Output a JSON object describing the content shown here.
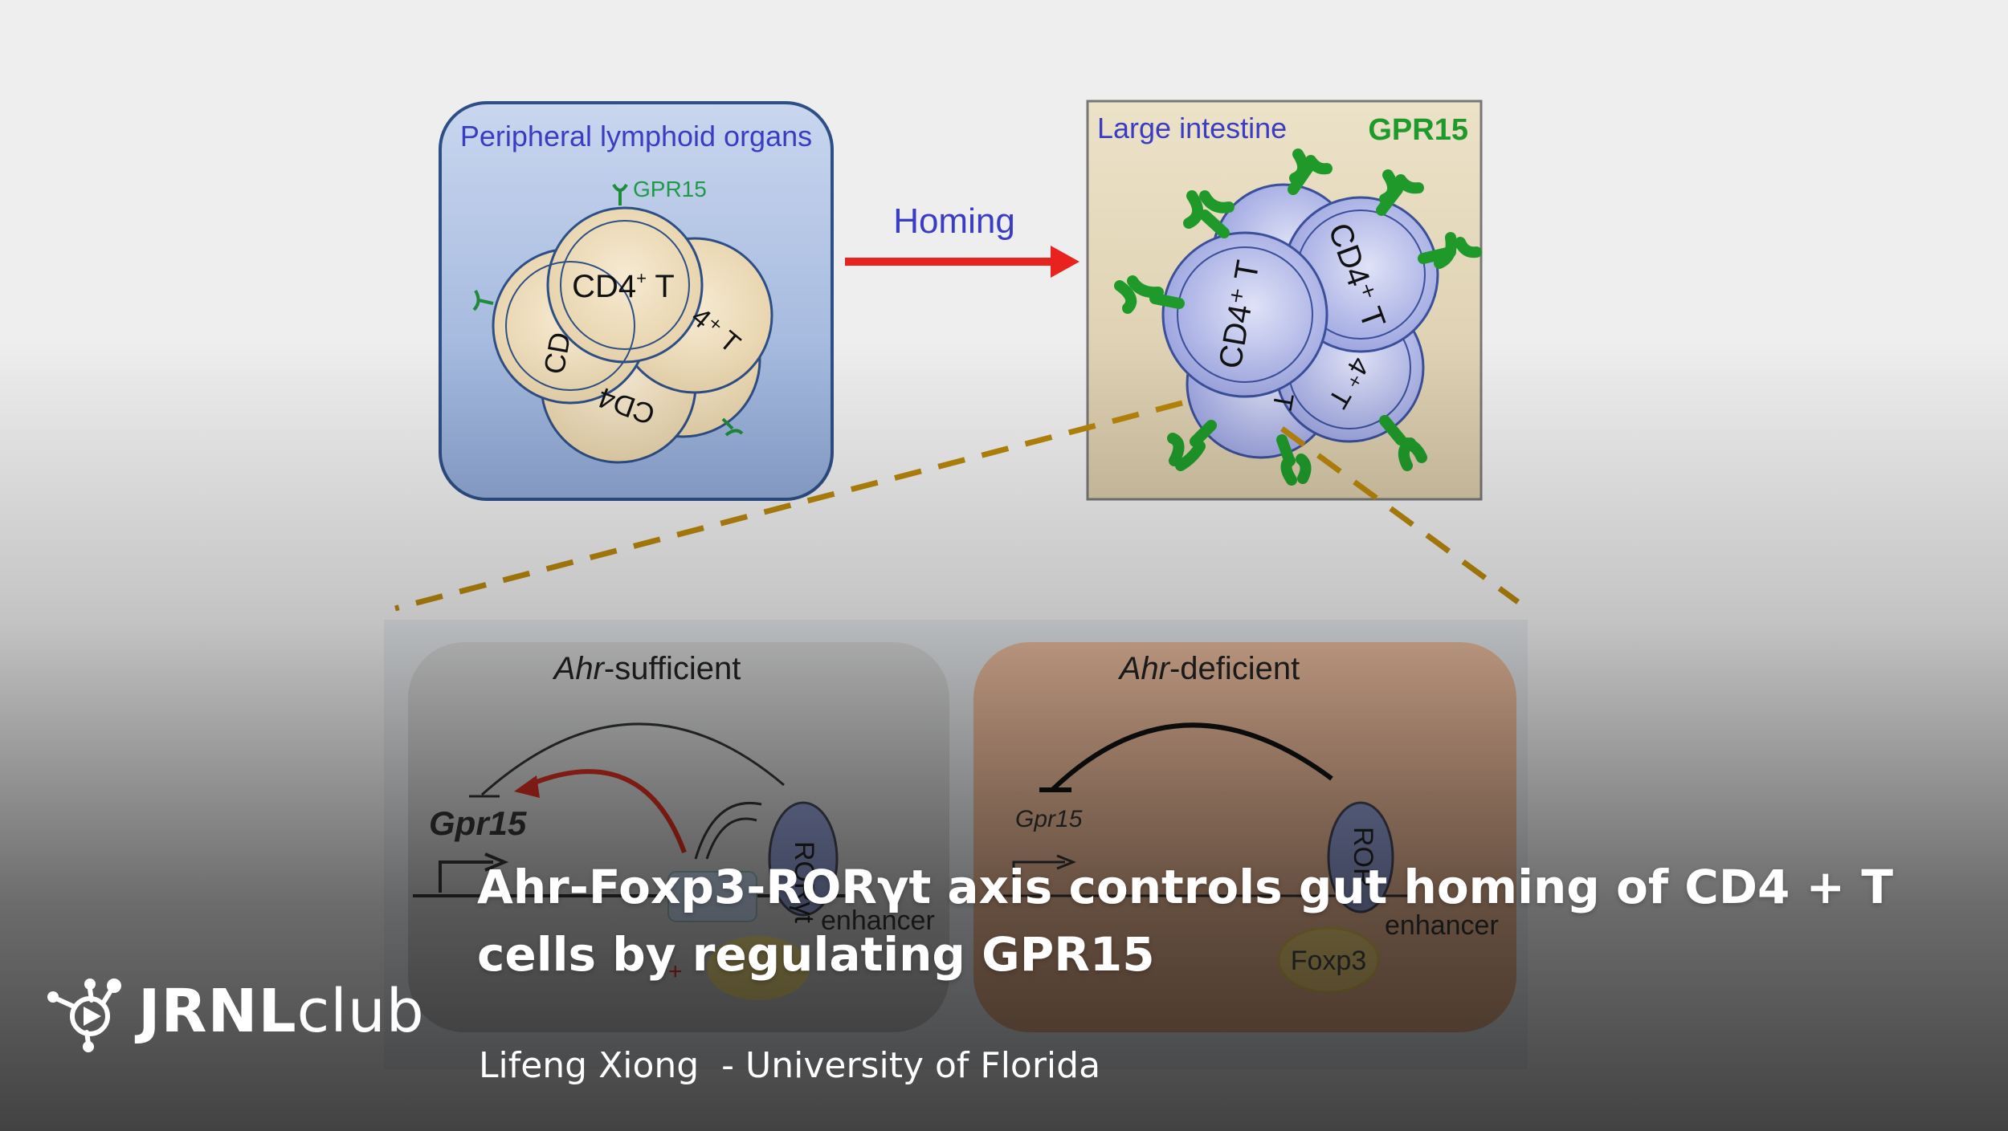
{
  "figure": {
    "peripheral_label": "Peripheral lymphoid organs",
    "gpr15_small": "GPR15",
    "cell_label_main": "CD4",
    "cell_label_sup": "+",
    "cell_label_t": " T",
    "cell_fragment_left": "CD",
    "cell_fragment_right": "4⁺ T",
    "cell_fragment_bottom": "CD4",
    "homing_label": "Homing",
    "large_intestine_label": "Large intestine",
    "gpr15_big": "GPR15",
    "li_cell_left": "CD4⁺ T",
    "li_cell_right": "CD4⁺ T",
    "li_cell_lower_right": "4⁺ T",
    "li_cell_lower": "T",
    "panel_left": {
      "title_italic": "Ahr",
      "title_rest": "-sufficient",
      "gene": "Gpr15",
      "ror": "RORγt",
      "enhancer": "enhancer"
    },
    "panel_right": {
      "title_italic": "Ahr",
      "title_rest": "-deficient",
      "gene": "Gpr15",
      "ror": "ROR",
      "enhancer": "enhancer",
      "foxp3": "Foxp3"
    }
  },
  "brand": {
    "logo_icon": "molecule-play-icon",
    "name_bold": "JRNL",
    "name_light": "club"
  },
  "video": {
    "title": "Ahr-Foxp3-RORγt axis controls gut homing of CD4 + T cells by regulating GPR15",
    "author": "Lifeng Xiong  - University of Florida"
  },
  "colors": {
    "homing_arrow": "#e8231f",
    "gpr15_green": "#1e9a2c",
    "label_blue": "#3a3cc4",
    "dashed_line": "#b8860b"
  }
}
